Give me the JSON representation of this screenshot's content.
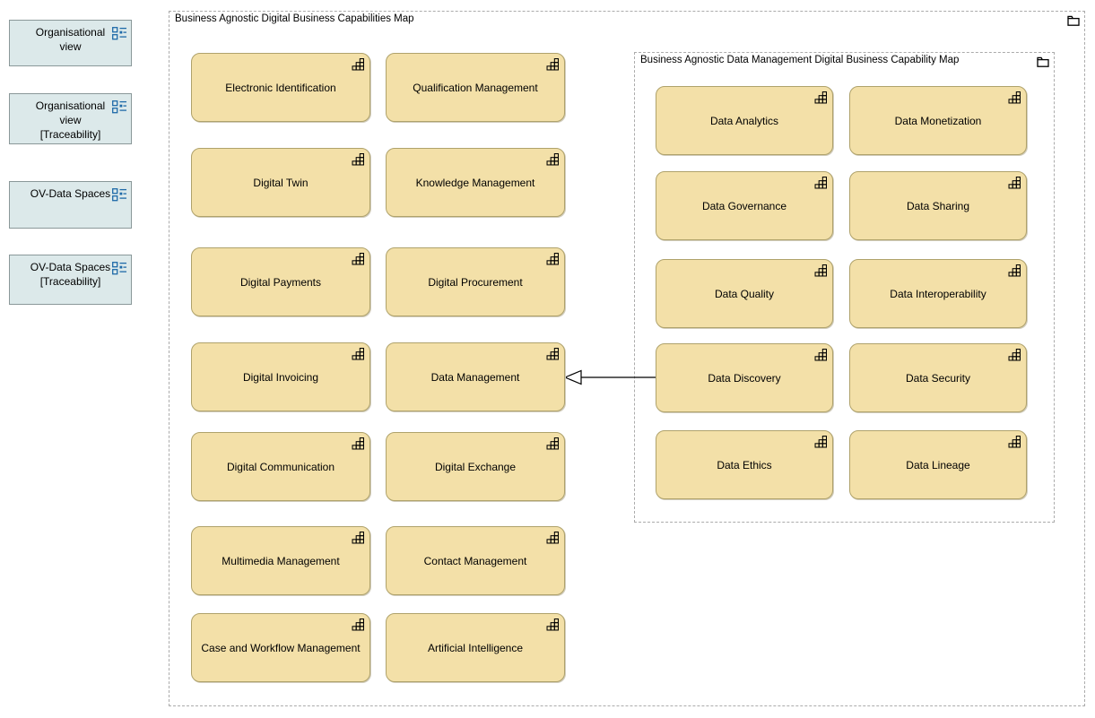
{
  "colors": {
    "capability_fill": "#F3E0A8",
    "capability_border": "#AFA26B",
    "group_border": "#ABABAB",
    "view_reference_fill": "#DCE9EA",
    "view_reference_border": "#8A9899",
    "icon_blue": "#1E6AA8",
    "text": "#000000",
    "background": "#FFFFFF"
  },
  "sidebar": {
    "items": [
      {
        "label": "Organisational\nview"
      },
      {
        "label": "Organisational\nview\n[Traceability]"
      },
      {
        "label": "OV-Data Spaces"
      },
      {
        "label": "OV-Data Spaces\n[Traceability]"
      }
    ]
  },
  "outer_group": {
    "title": "Business Agnostic Digital Business Capabilities Map",
    "capabilities": [
      {
        "label": "Electronic Identification"
      },
      {
        "label": "Qualification Management"
      },
      {
        "label": "Digital Twin"
      },
      {
        "label": "Knowledge Management"
      },
      {
        "label": "Digital Payments"
      },
      {
        "label": "Digital Procurement"
      },
      {
        "label": "Digital Invoicing"
      },
      {
        "label": "Data Management"
      },
      {
        "label": "Digital Communication"
      },
      {
        "label": "Digital Exchange"
      },
      {
        "label": "Multimedia Management"
      },
      {
        "label": "Contact Management"
      },
      {
        "label": "Case and Workflow Management"
      },
      {
        "label": "Artificial Intelligence"
      }
    ]
  },
  "inner_group": {
    "title": "Business Agnostic Data Management Digital Business Capability Map",
    "capabilities": [
      {
        "label": "Data Analytics"
      },
      {
        "label": "Data Monetization"
      },
      {
        "label": "Data Governance"
      },
      {
        "label": "Data Sharing"
      },
      {
        "label": "Data Quality"
      },
      {
        "label": "Data Interoperability"
      },
      {
        "label": "Data Discovery"
      },
      {
        "label": "Data Security"
      },
      {
        "label": "Data Ethics"
      },
      {
        "label": "Data Lineage"
      }
    ]
  }
}
